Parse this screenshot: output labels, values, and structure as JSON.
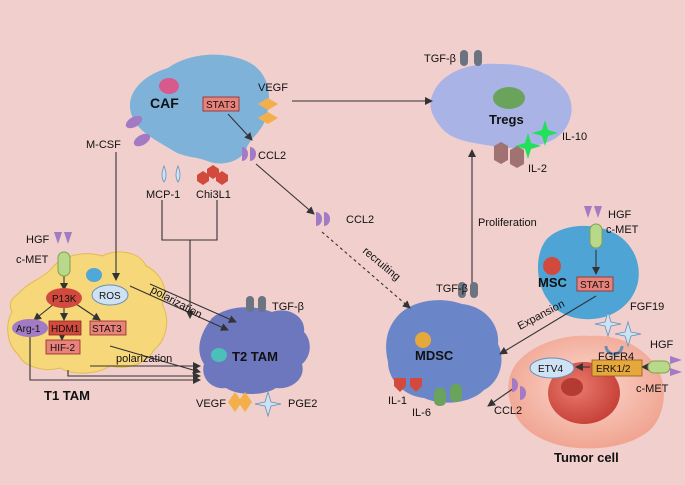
{
  "colors": {
    "background": "#f0cfcc",
    "caf": "#7fb2d8",
    "treg": "#a9b3e6",
    "t1_tam": "#f6d77a",
    "t2_tam": "#6d77bd",
    "mdsc": "#6a86c8",
    "msc": "#4ea4d5",
    "tumor": "#f2a08e",
    "tumor_nucleus": "#d7574d",
    "label_box": "#e8827a",
    "red_oval": "#d24a3e",
    "purple_oval": "#a27bc4",
    "green_oval": "#6aa35b"
  },
  "cells": {
    "caf": "CAF",
    "tregs": "Tregs",
    "t1_tam": "T1 TAM",
    "t2_tam": "T2 TAM",
    "mdsc": "MDSC",
    "msc": "MSC",
    "tumor": "Tumor cell"
  },
  "molecules": {
    "tgfb_tregs": "TGF-β",
    "vegf_caf": "VEGF",
    "stat3_caf": "STAT3",
    "m_csf": "M-CSF",
    "ccl2_caf": "CCL2",
    "mcp1": "MCP-1",
    "chi3l1": "Chi3L1",
    "il10": "IL-10",
    "il2": "IL-2",
    "ccl2_mid": "CCL2",
    "hgf_t1": "HGF",
    "cmet_t1": "c-MET",
    "ros": "ROS",
    "p13k": "P13K",
    "arg1": "Arg-1",
    "hdm1": "HDM1",
    "stat3_t1": "STAT3",
    "hif2": "HIF-2",
    "tgfb_t2": "TGF-β",
    "vegf_t2": "VEGF",
    "pge2": "PGE2",
    "hgf_msc": "HGF",
    "cmet_msc": "c-MET",
    "stat3_msc": "STAT3",
    "fgf19": "FGF19",
    "fgfr4": "FGFR4",
    "hgf_tumor": "HGF",
    "erk12": "ERK1/2",
    "etv4": "ETV4",
    "cmet_tumor": "c-MET",
    "ccl2_tumor": "CCL2",
    "tgfb_mdsc": "TGF-β",
    "il1": "IL-1",
    "il6": "IL-6"
  },
  "edge_labels": {
    "polarization_1": "polarization",
    "polarization_2": "polarization",
    "recruiting": "recruiting",
    "proliferation": "Proliferation",
    "expansion": "Expansion"
  },
  "icons": [
    "vegf-diamond-icon",
    "receptor-icon",
    "star-icon",
    "hexagon-icon",
    "triangle-ligand-icon"
  ]
}
